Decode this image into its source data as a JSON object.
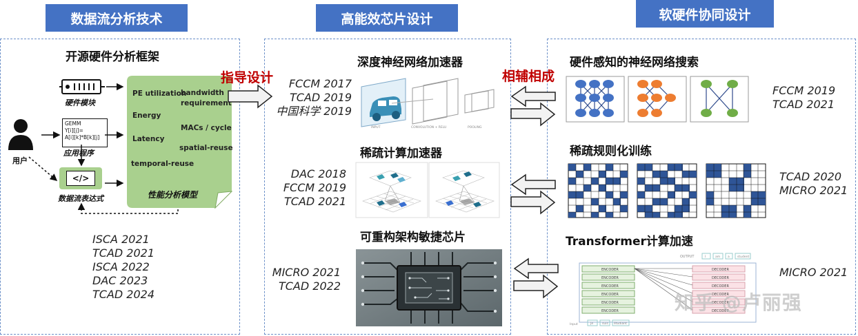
{
  "headers": {
    "left": "数据流分析技术",
    "middle": "高能效芯片设计",
    "right": "软硬件协同设计"
  },
  "left_panel": {
    "subtitle": "开源硬件分析框架",
    "hw_label": "硬件模块",
    "app_label": "应用程序",
    "app_code": [
      "GEMM",
      "Y[i][j]=",
      "A[i][k]*B[k][j]"
    ],
    "dataflow_label": "数据流表达式",
    "dataflow_symbol": "</>",
    "user_label": "用户",
    "perf_model_label": "性能分析模型",
    "perf_metrics": [
      "PE utilization",
      "bandwidth requirement",
      "Energy",
      "MACs / cycle",
      "Latency",
      "spatial-reuse",
      "temporal-reuse"
    ],
    "citations": [
      "ISCA 2021",
      "TCAD 2021",
      "ISCA 2022",
      "DAC 2023",
      "TCAD 2024"
    ]
  },
  "arrow_left_label": "指导设计",
  "arrow_right_label": "相辅相成",
  "middle_panel": {
    "sections": [
      {
        "title": "深度神经网络加速器",
        "citations": [
          "FCCM 2017",
          "TCAD 2019",
          "中国科学 2019"
        ],
        "figure_labels": [
          "INPUT",
          "CONVOLUTION + RELU",
          "POOLING"
        ]
      },
      {
        "title": "稀疏计算加速器",
        "citations": [
          "DAC 2018",
          "FCCM 2019",
          "TCAD 2021"
        ]
      },
      {
        "title": "可重构架构敏捷芯片",
        "citations": [
          "MICRO 2021",
          "TCAD 2022"
        ]
      }
    ]
  },
  "right_panel": {
    "sections": [
      {
        "title": "硬件感知的神经网络搜索",
        "citations": [
          "FCCM 2019",
          "TCAD 2021"
        ]
      },
      {
        "title": "稀疏规则化训练",
        "citations": [
          "TCAD 2020",
          "MICRO 2021"
        ]
      },
      {
        "title": "Transformer计算加速",
        "citations": [
          "MICRO 2021"
        ],
        "figure": {
          "encoder": "ENCODER",
          "decoder": "DECODER",
          "output": "OUTPUT",
          "output_tokens": [
            "I",
            "am",
            "a",
            "student"
          ],
          "input": "Input",
          "input_tokens": [
            "Je",
            "suis",
            "étudiant"
          ]
        }
      }
    ]
  },
  "watermark": "知乎 @卢丽强",
  "colors": {
    "header": "#4472c4",
    "panel_border": "#6a8fc8",
    "perf_green": "#a9d08e",
    "red": "#c00000",
    "sparse_blue": "#2f5597"
  }
}
